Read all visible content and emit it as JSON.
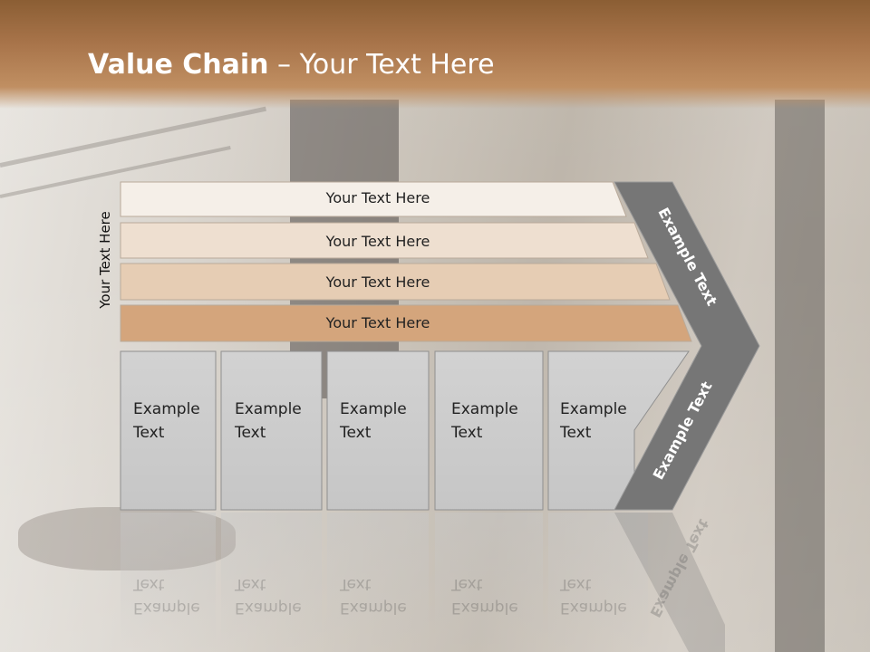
{
  "title": {
    "bold": "Value Chain",
    "rest": " – Your Text Here"
  },
  "side_label": "Your Text Here",
  "bars": [
    {
      "label": "Your Text Here",
      "color": "#f5efe8"
    },
    {
      "label": "Your Text Here",
      "color": "#eedfd0"
    },
    {
      "label": "Your Text Here",
      "color": "#e6cdb4"
    },
    {
      "label": "Your Text Here",
      "color": "#d4a57c"
    }
  ],
  "boxes": [
    {
      "line1": "Example",
      "line2": "Text"
    },
    {
      "line1": "Example",
      "line2": "Text"
    },
    {
      "line1": "Example",
      "line2": "Text"
    },
    {
      "line1": "Example",
      "line2": "Text"
    },
    {
      "line1": "Example",
      "line2": "Text"
    }
  ],
  "arrow": {
    "upper": "Example Text",
    "lower": "Example Text",
    "color": "#767676"
  },
  "colors": {
    "header": "#a8744a",
    "box": "#cfcfcf"
  }
}
